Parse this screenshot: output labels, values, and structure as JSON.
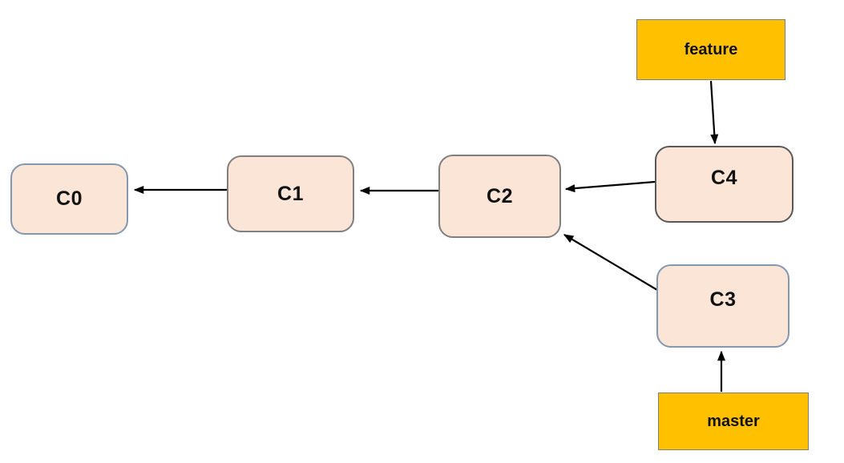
{
  "diagram": {
    "description": "Git commit history diagram with two branch pointers",
    "colors": {
      "background": "#ffffff",
      "commit_fill": "#FBE5D6",
      "branch_fill": "#FFC000",
      "arrow": "#000000",
      "border_gray": "#7F7F7F",
      "border_dark": "#595959",
      "border_slate": "#8497B0"
    },
    "nodes": [
      {
        "id": "C0",
        "label": "C0",
        "border_color": "#8497B0"
      },
      {
        "id": "C1",
        "label": "C1",
        "border_color": "#7F7F7F"
      },
      {
        "id": "C2",
        "label": "C2",
        "border_color": "#7F7F7F"
      },
      {
        "id": "C4",
        "label": "C4",
        "border_color": "#595959"
      },
      {
        "id": "C3",
        "label": "C3",
        "border_color": "#8497B0"
      }
    ],
    "branch_labels": [
      {
        "id": "feature",
        "label": "feature",
        "border_color": "#7F7F7F"
      },
      {
        "id": "master",
        "label": "master",
        "border_color": "#7F7F7F"
      }
    ],
    "edges": [
      {
        "from": "C1",
        "to": "C0"
      },
      {
        "from": "C2",
        "to": "C1"
      },
      {
        "from": "C4",
        "to": "C2"
      },
      {
        "from": "C3",
        "to": "C2"
      },
      {
        "from": "feature",
        "to": "C4"
      },
      {
        "from": "master",
        "to": "C3"
      }
    ]
  }
}
